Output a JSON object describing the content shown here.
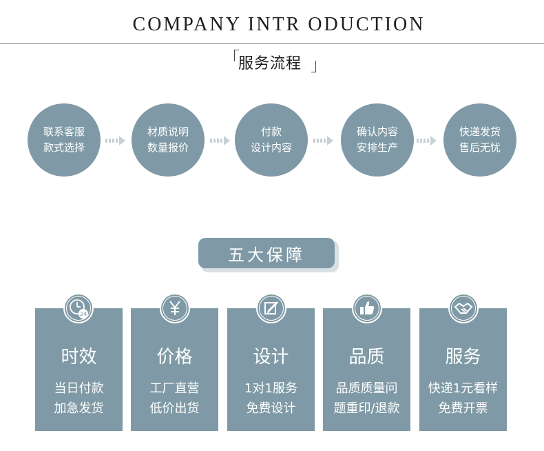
{
  "header": {
    "title": "COMPANY INTR ODUCTION",
    "section_heading": "服务流程"
  },
  "process_steps": [
    {
      "line1": "联系客服",
      "line2": "款式选择"
    },
    {
      "line1": "材质说明",
      "line2": "数量报价"
    },
    {
      "line1": "付款",
      "line2": "设计内容"
    },
    {
      "line1": "确认内容",
      "line2": "安排生产"
    },
    {
      "line1": "快递发货",
      "line2": "售后无忧"
    }
  ],
  "guarantee": {
    "banner": "五大保障",
    "cards": [
      {
        "icon": "clock-24-icon",
        "title": "时效",
        "line1": "当日付款",
        "line2": "加急发货"
      },
      {
        "icon": "yen-icon",
        "title": "价格",
        "line1": "工厂直营",
        "line2": "低价出货"
      },
      {
        "icon": "pencil-edit-icon",
        "title": "设计",
        "line1": "1对1服务",
        "line2": "免费设计"
      },
      {
        "icon": "thumbs-up-icon",
        "title": "品质",
        "line1": "品质质量问",
        "line2": "题重印/退款"
      },
      {
        "icon": "handshake-icon",
        "title": "服务",
        "line1": "快递1元看样",
        "line2": "免费开票"
      }
    ]
  },
  "colors": {
    "accent": "#7f9aa6",
    "banner_shadow": "#d8e0e3",
    "text_dark": "#1e1e1e"
  }
}
